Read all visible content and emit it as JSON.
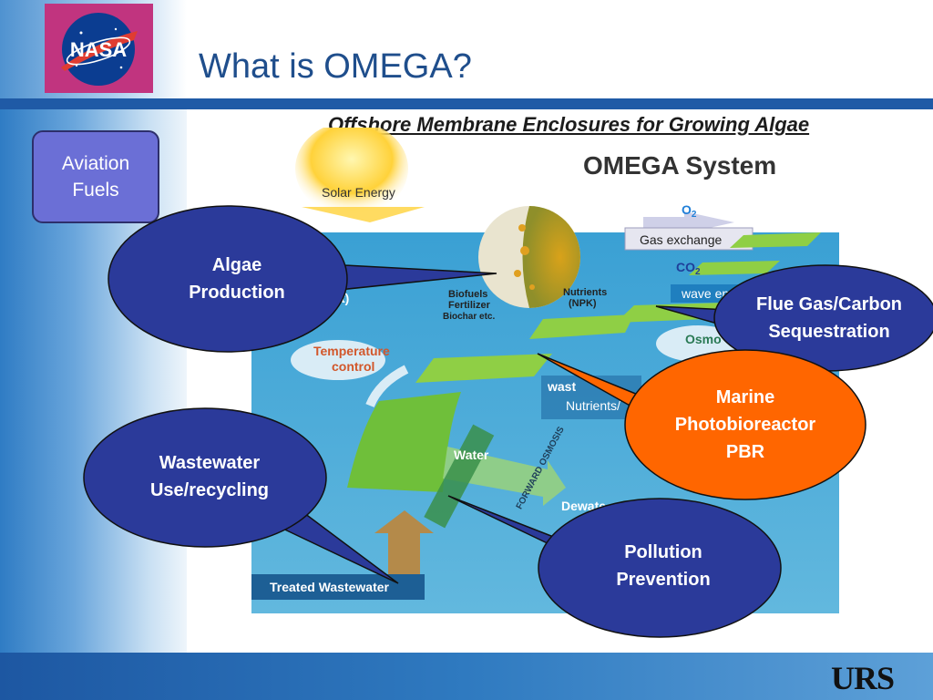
{
  "slide": {
    "title": "What is OMEGA?",
    "subtitle": "Offshore Membrane Enclosures for Growing Algae",
    "aviation_box": "Aviation\nFuels"
  },
  "diagram": {
    "heading": "OMEGA System",
    "labels": {
      "solar": "Solar Energy",
      "o2": "O",
      "o2_sub": "2",
      "gas_exchange": "Gas exchange",
      "co2": "CO",
      "co2_sub": "2",
      "wave": "wave en",
      "biofuels": "Biofuels",
      "fertilizer": "Fertilizer",
      "biochar": "Biochar etc.",
      "nutrients_npk_1": "Nutrients",
      "nutrients_npk_2": "(NPK)",
      "temperature_1": "Temperature",
      "temperature_2": "control",
      "osmo": "Osmo",
      "waste": "wast",
      "nutrients": "Nutrients/",
      "water": "Water",
      "forward_osmosis": "FORWARD OSMOSIS",
      "dewater": "Dewate",
      "treated": "Treated Wastewater",
      "t_paren": "t)"
    }
  },
  "callouts": {
    "algae": "Algae\nProduction",
    "flue": "Flue Gas/Carbon\nSequestration",
    "marine": "Marine\nPhotobioreactor\nPBR",
    "wastewater": "Wastewater\nUse/recycling",
    "pollution": "Pollution\nPrevention"
  },
  "logos": {
    "nasa": "NASA",
    "urs": "URS"
  },
  "colors": {
    "title_blue": "#1f4e8c",
    "callout_navy": "#2b3a9a",
    "callout_orange": "#ff6600",
    "diagram_water": "#4aa7d3",
    "membrane_green": "#8fcf45"
  }
}
